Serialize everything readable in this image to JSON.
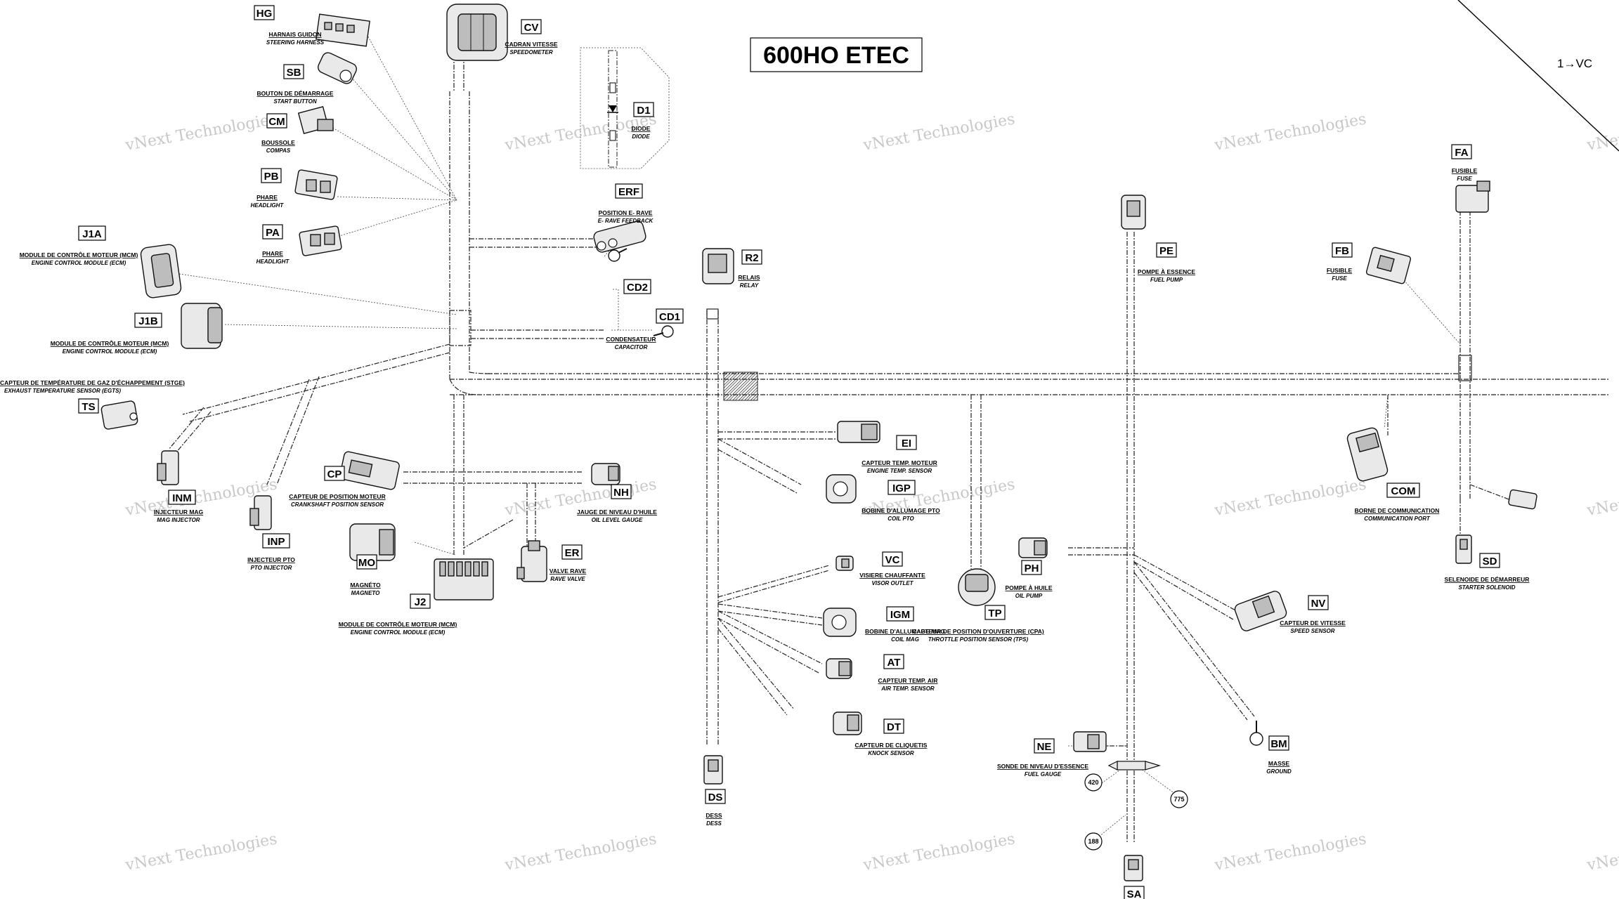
{
  "title": "600HO ETEC",
  "corner_ref": "1→VC",
  "watermark": "vNext Technologies",
  "components": [
    {
      "code": "HG",
      "fr": "HARNAIS GUIDON",
      "en": "STEERING HARNESS"
    },
    {
      "code": "SB",
      "fr": "BOUTON DE DÉMARRAGE",
      "en": "START BUTTON"
    },
    {
      "code": "CM",
      "fr": "BOUSSOLE",
      "en": "COMPAS"
    },
    {
      "code": "PB",
      "fr": "PHARE",
      "en": "HEADLIGHT"
    },
    {
      "code": "PA",
      "fr": "PHARE",
      "en": "HEADLIGHT"
    },
    {
      "code": "J1A",
      "fr": "MODULE DE CONTRÔLE MOTEUR (MCM)",
      "en": "ENGINE CONTROL MODULE (ECM)"
    },
    {
      "code": "J1B",
      "fr": "MODULE DE CONTRÔLE MOTEUR (MCM)",
      "en": "ENGINE CONTROL MODULE (ECM)"
    },
    {
      "code": "TS",
      "fr": "CAPTEUR DE TEMPÉRATURE DE GAZ D'ÉCHAPPEMENT (STGE)",
      "en": "EXHAUST TEMPERATURE SENSOR (EGTS)"
    },
    {
      "code": "INM",
      "fr": "INJECTEUR MAG",
      "en": "MAG INJECTOR"
    },
    {
      "code": "INP",
      "fr": "INJECTEUR PTO",
      "en": "PTO INJECTOR"
    },
    {
      "code": "CP",
      "fr": "CAPTEUR DE POSITION MOTEUR",
      "en": "CRANKSHAFT POSITION SENSOR"
    },
    {
      "code": "MO",
      "fr": "MAGNÉTO",
      "en": "MAGNETO"
    },
    {
      "code": "J2",
      "fr": "MODULE DE CONTRÔLE MOTEUR (MCM)",
      "en": "ENGINE CONTROL MODULE (ECM)"
    },
    {
      "code": "CV",
      "fr": "CADRAN VITESSE",
      "en": "SPEEDOMETER"
    },
    {
      "code": "D1",
      "fr": "DIODE",
      "en": "DIODE"
    },
    {
      "code": "ERF",
      "fr": "POSITION E- RAVE",
      "en": "E- RAVE FEEDBACK"
    },
    {
      "code": "CD2",
      "fr": "",
      "en": ""
    },
    {
      "code": "CD1",
      "fr": "CONDENSATEUR",
      "en": "CAPACITOR"
    },
    {
      "code": "NH",
      "fr": "JAUGE DE NIVEAU D'HUILE",
      "en": "OIL LEVEL GAUGE"
    },
    {
      "code": "ER",
      "fr": "VALVE RAVE",
      "en": "RAVE VALVE"
    },
    {
      "code": "R2",
      "fr": "RELAIS",
      "en": "RELAY"
    },
    {
      "code": "EI",
      "fr": "CAPTEUR TEMP. MOTEUR",
      "en": "ENGINE TEMP. SENSOR"
    },
    {
      "code": "IGP",
      "fr": "BOBINE D'ALLUMAGE PTO",
      "en": "COIL PTO"
    },
    {
      "code": "VC",
      "fr": "VISIERE CHAUFFANTE",
      "en": "VISOR OUTLET"
    },
    {
      "code": "IGM",
      "fr": "BOBINE D'ALLUMAGE MAG",
      "en": "COIL MAG"
    },
    {
      "code": "AT",
      "fr": "CAPTEUR TEMP. AIR",
      "en": "AIR TEMP. SENSOR"
    },
    {
      "code": "DT",
      "fr": "CAPTEUR DE CLIQUETIS",
      "en": "KNOCK SENSOR"
    },
    {
      "code": "DS",
      "fr": "DESS",
      "en": "DESS"
    },
    {
      "code": "TP",
      "fr": "CAPTEUR DE POSITION D'OUVERTURE (CPA)",
      "en": "THROTTLE POSITION SENSOR (TPS)"
    },
    {
      "code": "PE",
      "fr": "POMPE À ESSENCE",
      "en": "FUEL PUMP"
    },
    {
      "code": "PH",
      "fr": "POMPE À HUILE",
      "en": "OIL PUMP"
    },
    {
      "code": "NE",
      "fr": "SONDE DE NIVEAU D'ESSENCE",
      "en": "FUEL GAUGE"
    },
    {
      "code": "NV",
      "fr": "CAPTEUR DE VITESSE",
      "en": "SPEED SENSOR"
    },
    {
      "code": "BM",
      "fr": "MASSE",
      "en": "GROUND"
    },
    {
      "code": "SA",
      "fr": "",
      "en": ""
    },
    {
      "code": "FA",
      "fr": "FUSIBLE",
      "en": "FUSE"
    },
    {
      "code": "FB",
      "fr": "FUSIBLE",
      "en": "FUSE"
    },
    {
      "code": "COM",
      "fr": "BORNE DE COMMUNICATION",
      "en": "COMMUNICATION PORT"
    },
    {
      "code": "SD",
      "fr": "SELENOIDE DE DÉMARREUR",
      "en": "STARTER SOLENOID"
    }
  ],
  "part_refs": [
    "420",
    "775",
    "188"
  ]
}
